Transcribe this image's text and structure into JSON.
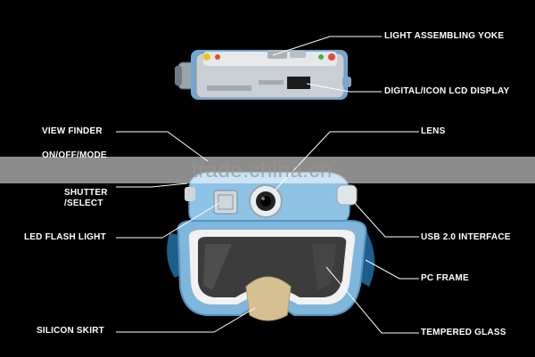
{
  "labels": {
    "light_assembling_yoke": "LIGHT ASSEMBLING YOKE",
    "lcd_display": "DIGITAL/ICON LCD DISPLAY",
    "view_finder": "VIEW FINDER",
    "on_off_mode": "ON/OFF/MODE",
    "shutter_line1": "SHUTTER",
    "shutter_line2": "/SELECT",
    "led_flash": "LED FLASH LIGHT",
    "silicon_skirt": "SILICON SKIRT",
    "lens": "LENS",
    "usb": "USB 2.0 INTERFACE",
    "pc_frame": "PC FRAME",
    "tempered_glass": "TEMPERED GLASS"
  },
  "watermark": "trade.china.cn",
  "colors": {
    "background": "#000000",
    "mask_blue": "#7fb6dc",
    "frame_dark": "#1f6a9e",
    "skirt": "#d8c49a",
    "glass": "#3a3a3a",
    "device_body": "#d8d8d8"
  }
}
